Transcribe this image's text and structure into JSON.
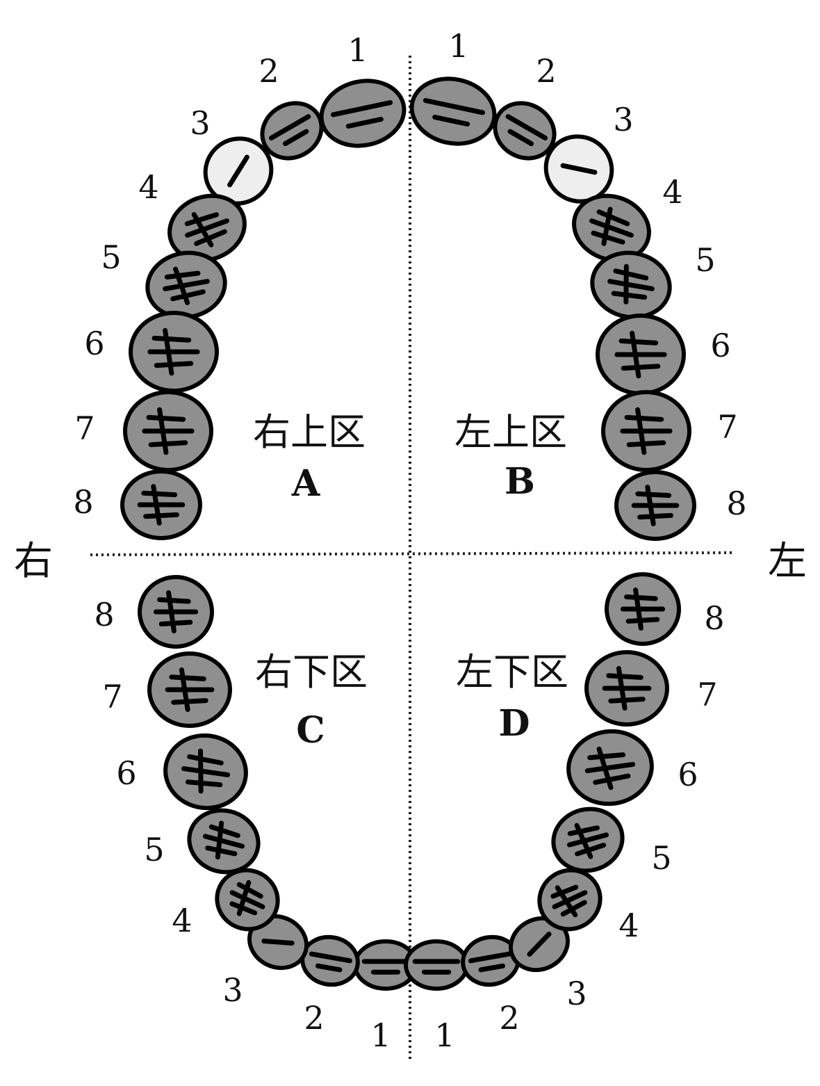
{
  "sides": {
    "right": "右",
    "left": "左"
  },
  "quadrants": [
    {
      "zone": "右上区",
      "letter": "A"
    },
    {
      "zone": "左上区",
      "letter": "B"
    },
    {
      "zone": "右下区",
      "letter": "C"
    },
    {
      "zone": "左下区",
      "letter": "D"
    }
  ],
  "tooth_numbers": [
    "1",
    "2",
    "3",
    "4",
    "5",
    "6",
    "7",
    "8"
  ]
}
